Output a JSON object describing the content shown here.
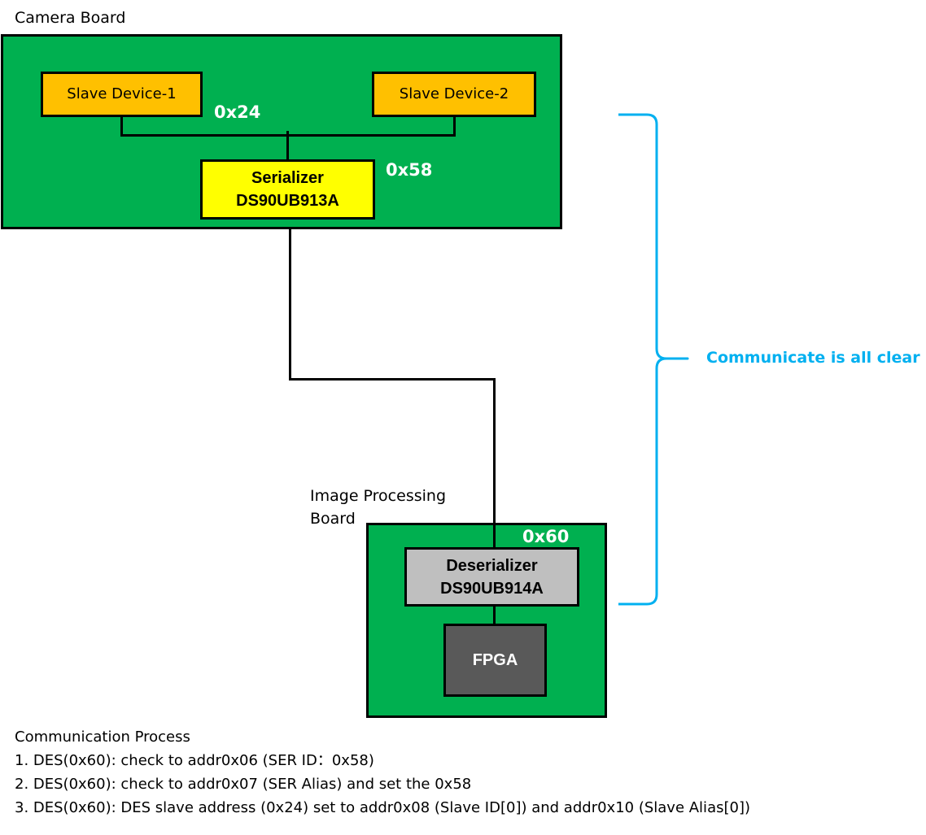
{
  "camera_board": {
    "title": "Camera Board",
    "slave_device_1": "Slave Device-1",
    "slave_device_2": "Slave Device-2",
    "slave_bus_address": "0x24",
    "serializer": {
      "name": "Serializer",
      "part": "DS90UB913A",
      "address": "0x58"
    }
  },
  "image_processing_board": {
    "title_line1": "Image Processing",
    "title_line2": "Board",
    "deserializer": {
      "name": "Deserializer",
      "part": "DS90UB914A",
      "address": "0x60"
    },
    "fpga": "FPGA"
  },
  "brace_annotation": "Communicate is all clear",
  "communication_process": {
    "title": "Communication Process",
    "steps": [
      "1. DES(0x60): check to addr0x06 (SER ID：0x58)",
      "2. DES(0x60): check to addr0x07 (SER Alias) and set the 0x58",
      "3. DES(0x60): DES slave address (0x24) set to addr0x08 (Slave ID[0]) and addr0x10 (Slave Alias[0])"
    ]
  },
  "colors": {
    "board_green": "#00b050",
    "slave_orange": "#ffc000",
    "serializer_yellow": "#ffff00",
    "deserializer_gray": "#bfbfbf",
    "fpga_dark_gray": "#595959",
    "annotation_blue": "#00b0f0"
  }
}
